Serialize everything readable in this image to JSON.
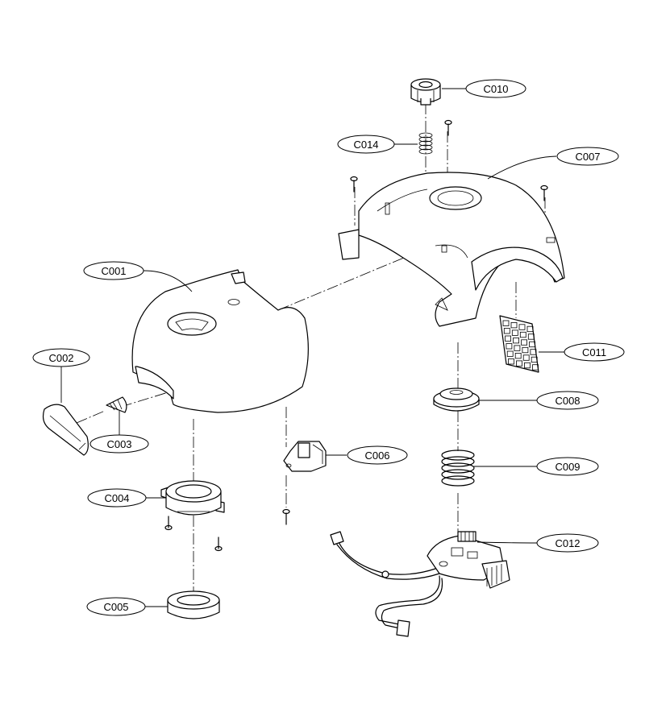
{
  "callouts": [
    {
      "id": "C010",
      "label": "C010"
    },
    {
      "id": "C014",
      "label": "C014"
    },
    {
      "id": "C007",
      "label": "C007"
    },
    {
      "id": "C001",
      "label": "C001"
    },
    {
      "id": "C011",
      "label": "C011"
    },
    {
      "id": "C002",
      "label": "C002"
    },
    {
      "id": "C008",
      "label": "C008"
    },
    {
      "id": "C003",
      "label": "C003"
    },
    {
      "id": "C006",
      "label": "C006"
    },
    {
      "id": "C009",
      "label": "C009"
    },
    {
      "id": "C004",
      "label": "C004"
    },
    {
      "id": "C012",
      "label": "C012"
    },
    {
      "id": "C005",
      "label": "C005"
    }
  ]
}
